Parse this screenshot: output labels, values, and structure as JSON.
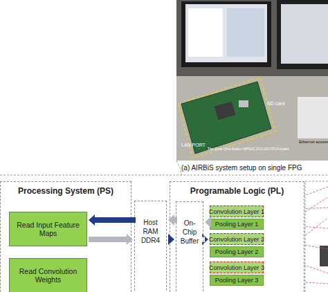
{
  "diagram": {
    "caption": "(a) AIRBiS system setup on single FPG",
    "nodes": [
      {
        "text": [
          "Processing System (PS)"
        ]
      },
      {
        "text": [
          "Read Input Feature Maps"
        ],
        "in": 0
      },
      {
        "text": [
          "Read Convolution Weights"
        ],
        "in": 0
      },
      {
        "text": [
          "Host RAM DDR4"
        ]
      },
      {
        "text": [
          "Programable Logic (PL)"
        ]
      },
      {
        "text": [
          "On-Chip Buffer"
        ],
        "in": 4
      },
      {
        "text": [
          "Convolution Layer 1"
        ],
        "in": 4
      },
      {
        "text": [
          "Pooling Layer 1"
        ],
        "in": 4
      },
      {
        "text": [
          "Convolution Layer 2"
        ],
        "in": 4
      },
      {
        "text": [
          "Pooling Layer 2"
        ],
        "in": 4
      },
      {
        "text": [
          "Convolution Layer 3"
        ],
        "in": 4
      },
      {
        "text": [
          "Pooling Layer 3"
        ],
        "in": 4
      }
    ],
    "edges": [
      {
        "from": 3,
        "to": 1,
        "arrow": "to"
      },
      {
        "from": 1,
        "to": 3,
        "arrow": "to"
      },
      {
        "from": 5,
        "to": 3,
        "arrow": "to"
      },
      {
        "from": 3,
        "to": 5,
        "arrow": "to"
      },
      {
        "from": 7,
        "to": 5,
        "arrow": "to"
      },
      {
        "from": 5,
        "to": 8,
        "arrow": "to"
      }
    ],
    "labels": [
      "SD card",
      "Ethernet access",
      "LAN PORT",
      "The Zynq Ultra Scale+ MPSoC ZCU102 FPGA board"
    ]
  }
}
